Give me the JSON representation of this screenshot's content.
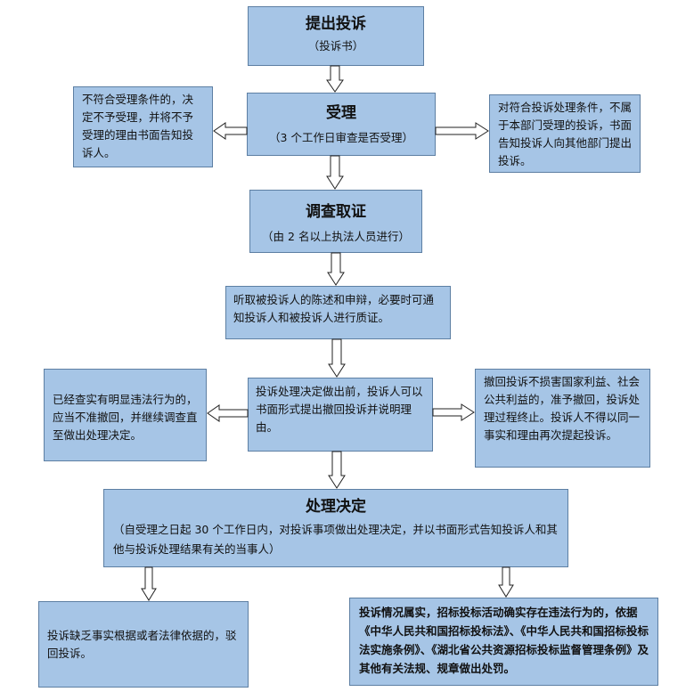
{
  "nodes": {
    "submit": {
      "title": "提出投诉",
      "sub": "（投诉书）"
    },
    "accept": {
      "title": "受理",
      "sub": "（3 个工作日审查是否受理）"
    },
    "reject_left": {
      "text": "不符合受理条件的，决定不予受理，并将不予受理的理由书面告知投诉人。"
    },
    "refer_right": {
      "text": "对符合投诉处理条件，不属于本部门受理的投诉，书面告知投诉人向其他部门提出投诉。"
    },
    "investigate": {
      "title": "调查取证",
      "sub": "（由 2 名以上执法人员进行）"
    },
    "hearing": {
      "text": "听取被投诉人的陈述和申辩，必要时可通知投诉人和被投诉人进行质证。"
    },
    "withdraw": {
      "text": "投诉处理决定做出前，投诉人可以书面形式提出撤回投诉并说明理由。"
    },
    "no_withdraw_left": {
      "text": "已经查实有明显违法行为的，应当不准撤回，并继续调查直至做出处理决定。"
    },
    "allow_withdraw_right": {
      "text": "撤回投诉不损害国家利益、社会公共利益的，准予撤回，投诉处理过程终止。投诉人不得以同一事实和理由再次提起投诉。"
    },
    "decision": {
      "title": "处理决定",
      "sub": "（自受理之日起 30 个工作日内，对投诉事项做出处理决定，并以书面形式告知投诉人和其他与投诉处理结果有关的当事人）"
    },
    "dismiss": {
      "text": "投诉缺乏事实根据或者法律依据的，驳回投诉。"
    },
    "penalty": {
      "text": "投诉情况属实，招标投标活动确实存在违法行为的，依据《中华人民共和国招标投标法》、《中华人民共和国招标投标法实施条例》、《湖北省公共资源招标投标监督管理条例》及其他有关法规、规章做出处罚。"
    }
  },
  "colors": {
    "box_fill": "#a6c5e6",
    "box_border": "#5d7fa3",
    "arrow_fill": "#ffffff"
  }
}
